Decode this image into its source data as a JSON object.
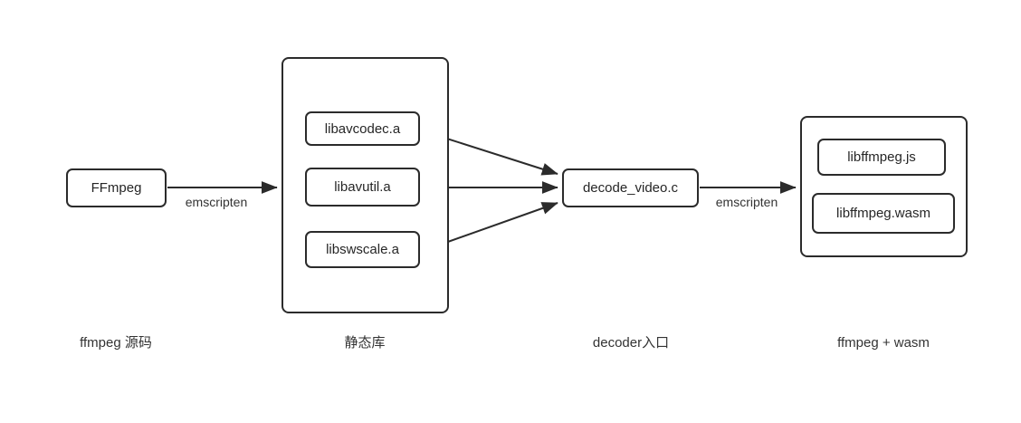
{
  "diagram": {
    "title": "ffmpeg to wasm build pipeline",
    "background_color": "#ffffff",
    "stroke_color": "#2b2b2b",
    "text_color": "#262626"
  },
  "nodes": {
    "ffmpeg": "FFmpeg",
    "libavcodec": "libavcodec.a",
    "libavutil": "libavutil.a",
    "libswscale": "libswscale.a",
    "decode_video": "decode_video.c",
    "libffmpeg_js": "libffmpeg.js",
    "libffmpeg_wasm": "libffmpeg.wasm"
  },
  "edge_labels": {
    "emscripten_1": "emscripten",
    "emscripten_2": "emscripten"
  },
  "captions": {
    "source": "ffmpeg 源码",
    "static_lib": "静态库",
    "decoder_entry": "decoder入口",
    "ffmpeg_wasm": "ffmpeg + wasm"
  },
  "edges": [
    {
      "from": "ffmpeg",
      "to": "staticlib-group",
      "label": "emscripten"
    },
    {
      "from": "libavcodec",
      "to": "decode_video",
      "label": ""
    },
    {
      "from": "libavutil",
      "to": "decode_video",
      "label": ""
    },
    {
      "from": "libswscale",
      "to": "decode_video",
      "label": ""
    },
    {
      "from": "decode_video",
      "to": "wasm-group",
      "label": "emscripten"
    }
  ]
}
